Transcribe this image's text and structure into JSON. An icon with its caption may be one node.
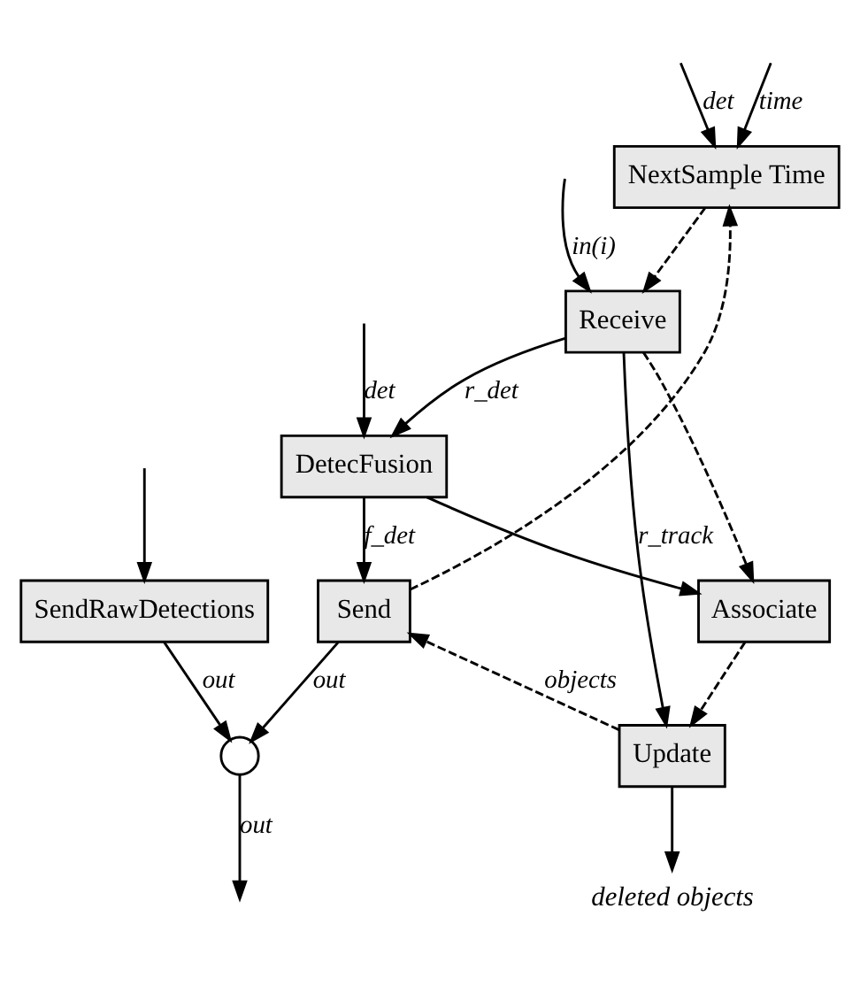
{
  "diagram": {
    "nodes": [
      {
        "text": [
          "SendRawDetections"
        ]
      },
      {
        "text": [],
        "shape": "circle"
      },
      {
        "text": [
          "NextSample Time"
        ]
      },
      {
        "text": [
          "Receive"
        ]
      },
      {
        "text": [
          "DetecFusion"
        ]
      },
      {
        "text": [
          "Send"
        ]
      },
      {
        "text": [
          "Associate"
        ]
      },
      {
        "text": [
          "deleted objects"
        ]
      },
      {
        "text": [
          "Update"
        ]
      }
    ],
    "edges": [
      {
        "from": null,
        "to": 0,
        "arrow": "to"
      },
      {
        "from": null,
        "to": 2,
        "arrow": "to",
        "label": "det"
      },
      {
        "from": null,
        "to": 4,
        "arrow": "to",
        "label": "det"
      },
      {
        "from": null,
        "to": 2,
        "arrow": "to",
        "label": "time"
      },
      {
        "from": 0,
        "to": 1,
        "arrow": "to",
        "label": "out"
      },
      {
        "from": 1,
        "to": null,
        "arrow": "to",
        "label": "out"
      },
      {
        "from": 2,
        "to": 3,
        "arrow": "to",
        "style": "dashed"
      },
      {
        "from": null,
        "to": 3,
        "arrow": "to",
        "label": "in(i)"
      },
      {
        "from": 3,
        "to": 4,
        "arrow": "to",
        "label": "r_det"
      },
      {
        "from": 3,
        "to": 6,
        "arrow": "to",
        "style": "dashed"
      },
      {
        "from": 3,
        "to": 8,
        "arrow": "to",
        "label": "r_track"
      },
      {
        "from": 4,
        "to": 5,
        "arrow": "to",
        "label": "f_det"
      },
      {
        "from": 4,
        "to": 6,
        "arrow": "to"
      },
      {
        "from": 5,
        "to": 2,
        "arrow": "to",
        "style": "dashed"
      },
      {
        "from": 5,
        "to": 1,
        "arrow": "to",
        "label": "out"
      },
      {
        "from": 6,
        "to": 8,
        "arrow": "to",
        "style": "dashed"
      },
      {
        "from": 8,
        "to": 5,
        "arrow": "to",
        "style": "dashed",
        "label": "objects"
      },
      {
        "from": 8,
        "to": 7,
        "arrow": "to"
      }
    ]
  }
}
